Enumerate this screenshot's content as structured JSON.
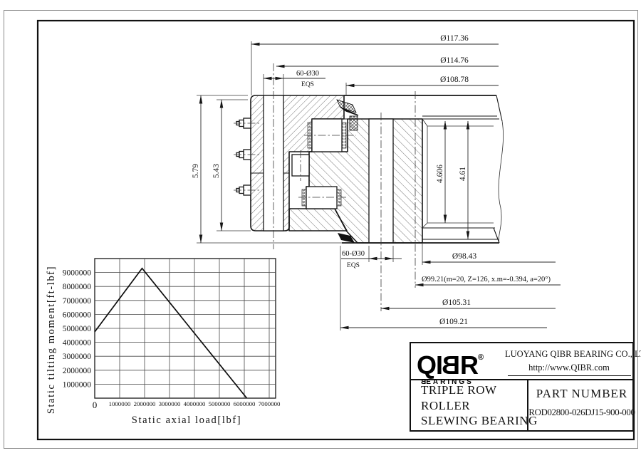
{
  "drawing": {
    "dims": {
      "dia_117_36": "Ø117.36",
      "dia_114_76": "Ø114.76",
      "dia_108_78": "Ø108.78",
      "bolt_top": "60-Ø30",
      "bolt_top_note": "EQS",
      "height_5_79": "5.79",
      "height_5_43": "5.43",
      "gear_4_606": "4.606",
      "gear_4_61": "4.61",
      "dia_98_43": "Ø98.43",
      "dia_99_21": "Ø99.21(m=20, Z=126, x.m=-0.394, a=20°)",
      "dia_105_31": "Ø105.31",
      "dia_109_21": "Ø109.21",
      "bolt_bottom": "60-Ø30",
      "bolt_bottom_note": "EQS"
    }
  },
  "chart_data": {
    "type": "line",
    "xlabel": "Static axial load[lbf]",
    "ylabel": "Static tilting moment[ft-lbf]",
    "xlim": [
      0,
      7200000
    ],
    "ylim": [
      0,
      10000000
    ],
    "grid": true,
    "legend": "none",
    "xticks": [
      "0",
      "1000000",
      "2000000",
      "3000000",
      "4000000",
      "5000000",
      "6000000",
      "7000000"
    ],
    "yticks": [
      "1000000",
      "2000000",
      "3000000",
      "4000000",
      "5000000",
      "6000000",
      "7000000",
      "8000000",
      "9000000"
    ],
    "points": {
      "x": [
        0,
        1900000,
        6100000
      ],
      "y": [
        4750000,
        9300000,
        0
      ]
    }
  },
  "title_block": {
    "logo": {
      "pre": "QI",
      "mirrored_b": "B",
      "post": "R",
      "reg": "®",
      "sub_mirrored_b": "B",
      "sub_rest": "EARINGS"
    },
    "company": "LUOYANG QIBR BEARING CO., LTD",
    "website": "http://www.QIBR.com",
    "product_line1": "TRIPLE ROW",
    "product_line2": "ROLLER",
    "product_line3": "SLEWING BEARING",
    "part_number_label": "PART  NUMBER",
    "part_number": "ROD02800-026DJ15-900-000"
  }
}
